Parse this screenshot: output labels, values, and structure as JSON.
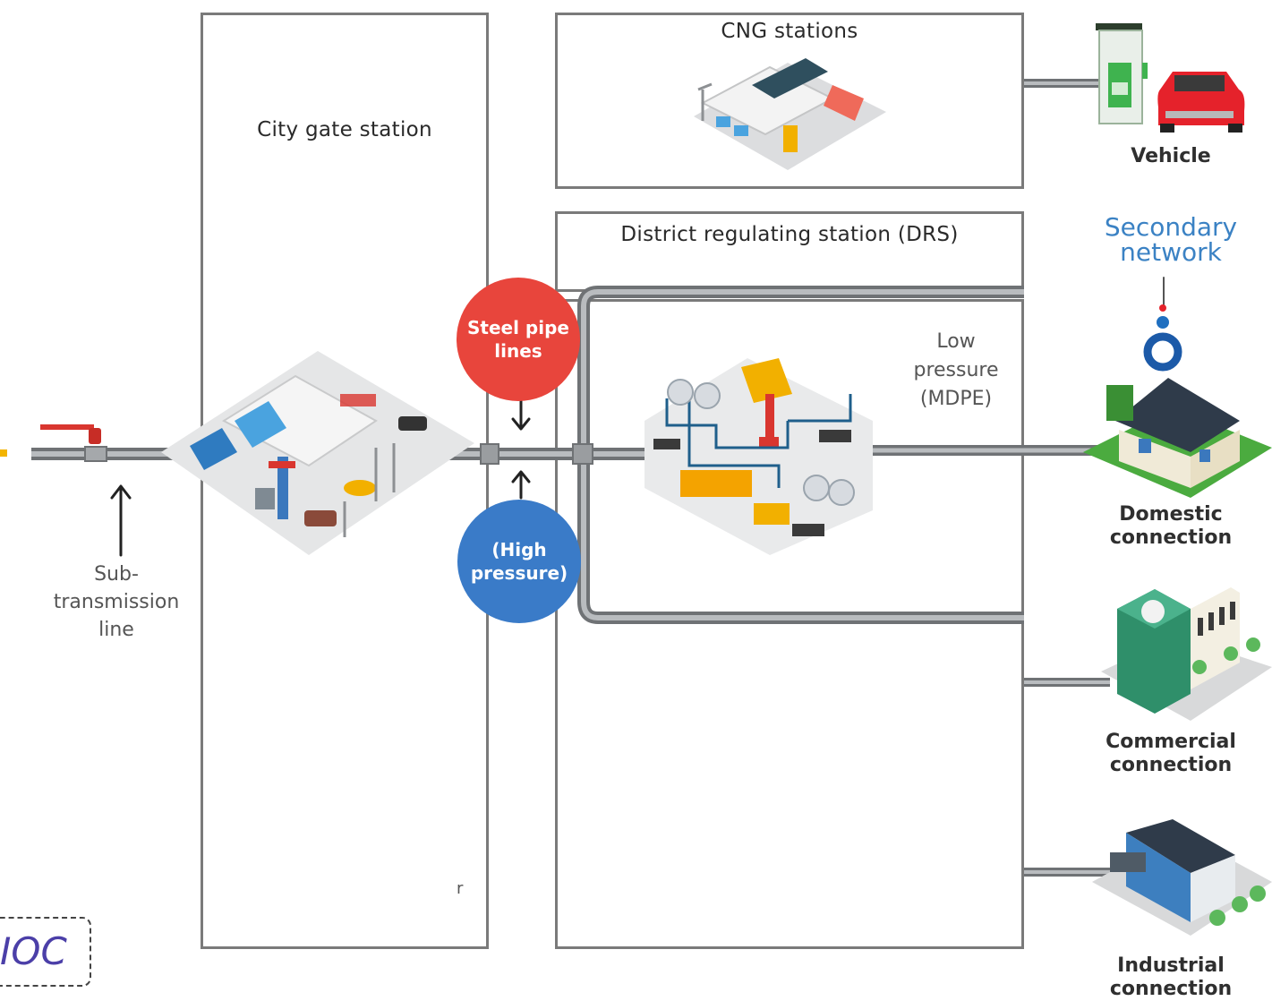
{
  "labels": {
    "city_gate": "City gate station",
    "cng": "CNG stations",
    "drs": "District regulating station (DRS)",
    "low_pressure_line1": "Low",
    "low_pressure_line2": "pressure",
    "low_pressure_line3": "(MDPE)",
    "sub_line1": "Sub-",
    "sub_line2": "transmission",
    "sub_line3": "line",
    "steel_line1": "Steel pipe",
    "steel_line2": "lines",
    "high_line1": "(High",
    "high_line2": "pressure)",
    "secondary_line1": "Secondary",
    "secondary_line2": "network",
    "vehicle": "Vehicle",
    "domestic_line1": "Domestic",
    "domestic_line2": "connection",
    "commercial_line1": "Commercial",
    "commercial_line2": "connection",
    "industrial_line1": "Industrial",
    "industrial_line2": "connection",
    "watermark": "IOC",
    "stray_mark": "r"
  },
  "colors": {
    "box_border": "#7a7a7a",
    "pipe": "#8d9093",
    "steel_circle": "#e8453c",
    "high_circle": "#3a7bc8",
    "secondary_text": "#3b82c4",
    "watermark_text": "#4b3fa8"
  },
  "icons": {
    "gas_valve": "valve-icon",
    "city_gate": "city-gate-building-icon",
    "cng": "cng-station-icon",
    "drs": "regulating-plant-icon",
    "vehicle": "car-icon",
    "dispenser": "fuel-dispenser-icon",
    "meter": "gas-meter-icon",
    "house": "house-icon",
    "office": "office-building-icon",
    "factory": "factory-icon"
  }
}
